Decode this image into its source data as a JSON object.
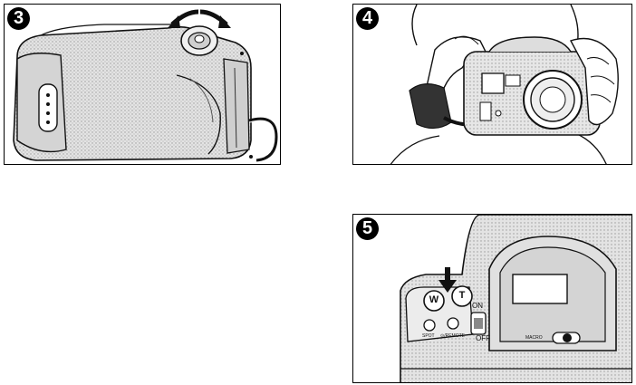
{
  "panels": [
    {
      "number": "3"
    },
    {
      "number": "4"
    },
    {
      "number": "5",
      "labels": {
        "w": "W",
        "t": "T",
        "on": "ON",
        "off": "OFF",
        "spot": "SPOT",
        "remote": "⊙/REMOTE",
        "macro": "MACRO"
      }
    }
  ],
  "colors": {
    "ink": "#111111",
    "body_fill": "#d9d9d9",
    "strap_fill": "#333333"
  }
}
